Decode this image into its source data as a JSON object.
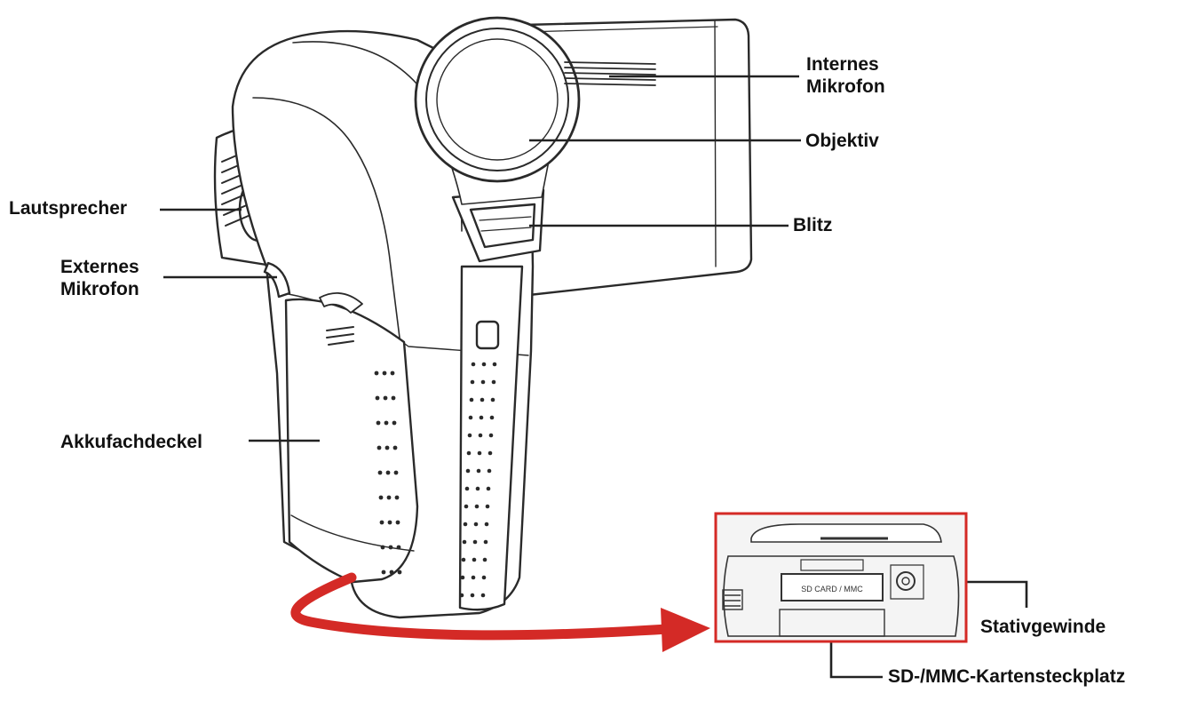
{
  "labels": {
    "internal_mic": [
      "Internes",
      "Mikrofon"
    ],
    "lens": "Objektiv",
    "flash": "Blitz",
    "speaker": "Lautsprecher",
    "external_mic": [
      "Externes",
      "Mikrofon"
    ],
    "battery_cover": "Akkufachdeckel",
    "tripod_socket": "Stativgewinde",
    "card_slot": "SD-/MMC-Kartensteckplatz"
  },
  "inset": {
    "slot_marking": "SD CARD / MMC"
  },
  "colors": {
    "line": "#222222",
    "highlight": "#d42a26",
    "text": "#111111"
  }
}
